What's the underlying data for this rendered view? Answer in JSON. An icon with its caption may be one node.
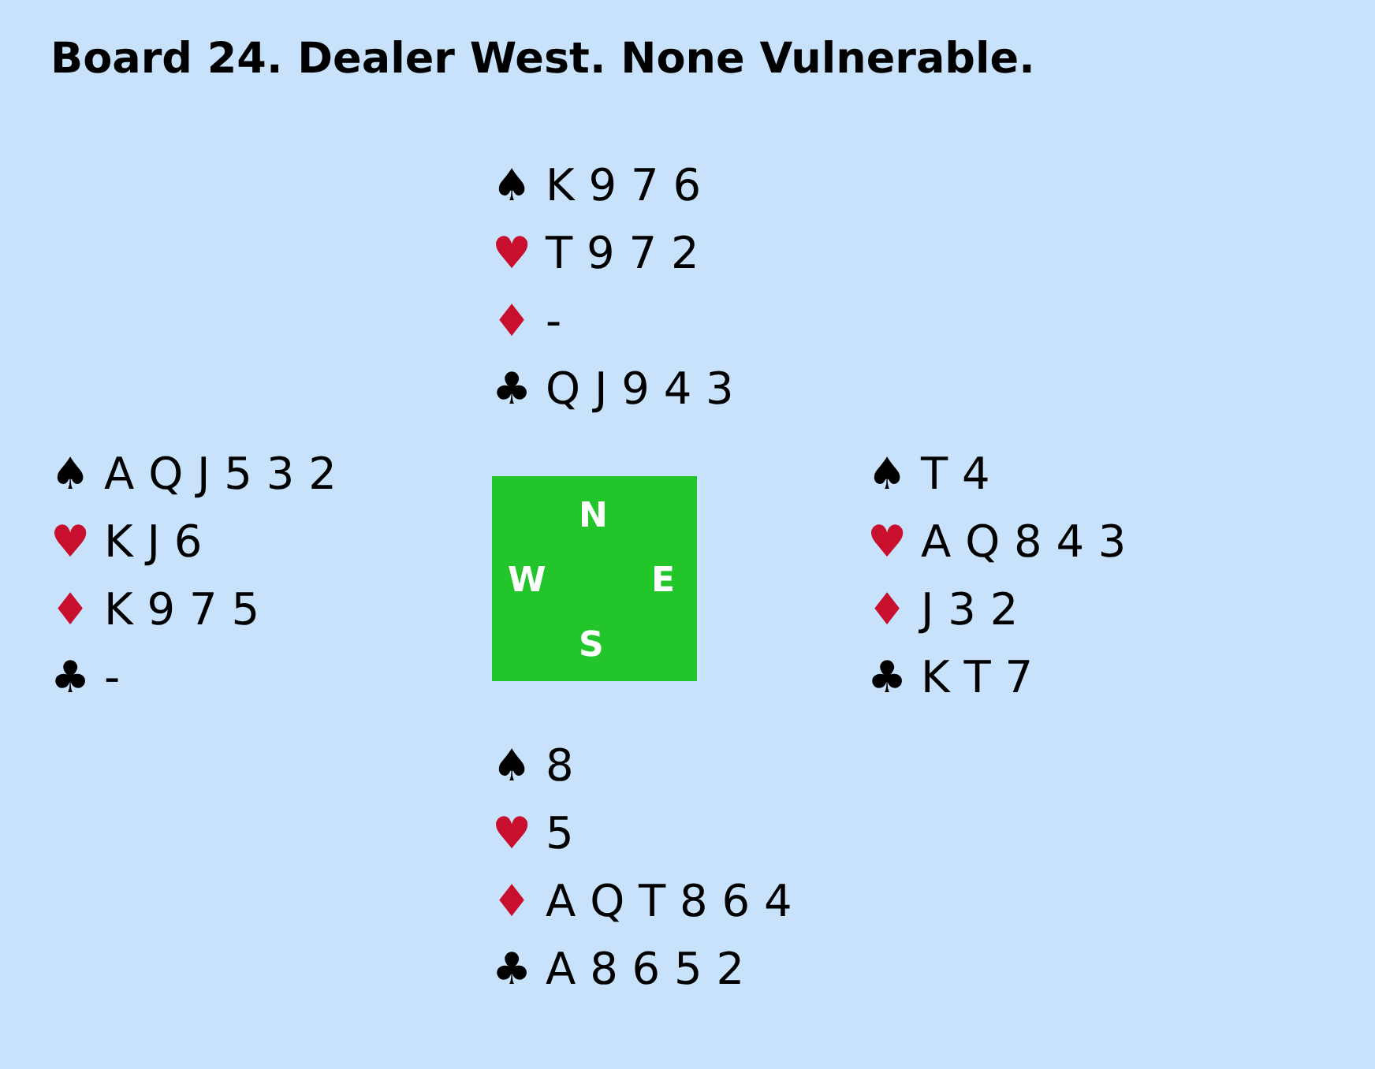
{
  "diagram": {
    "title": "Board 24. Dealer West. None Vulnerable.",
    "nodes": [
      {
        "text": [
          "N",
          "W",
          "E",
          "S"
        ]
      }
    ],
    "labels": [
      "♠ K 9 7 6",
      "♥ T 9 7 2",
      "♦ -",
      "♣ Q J 9 4 3",
      "♠ A Q J 5 3 2",
      "♥ K J 6",
      "♦ K 9 7 5",
      "♣ -",
      "♠ T 4",
      "♥ A Q 8 4 3",
      "♦ J 3 2",
      "♣ K T 7",
      "♠ 8",
      "♥ 5",
      "♦ A Q T 8 6 4",
      "♣ A 8 6 5 2"
    ]
  }
}
